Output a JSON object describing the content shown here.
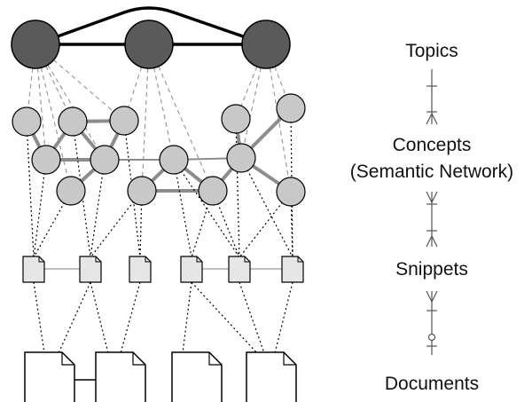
{
  "labels": {
    "topics": "Topics",
    "concepts": "Concepts",
    "concepts_sub": "(Semantic Network)",
    "snippets": "Snippets",
    "documents": "Documents"
  },
  "colors": {
    "topic_fill": "#5a5a5a",
    "concept_fill": "#c8c8c8",
    "snippet_fill": "#e6e6e6",
    "document_fill": "#ffffff",
    "semantic_edge": "#8c8c8c",
    "topic_edge": "#000000",
    "link_gray": "#9a9a9a"
  }
}
